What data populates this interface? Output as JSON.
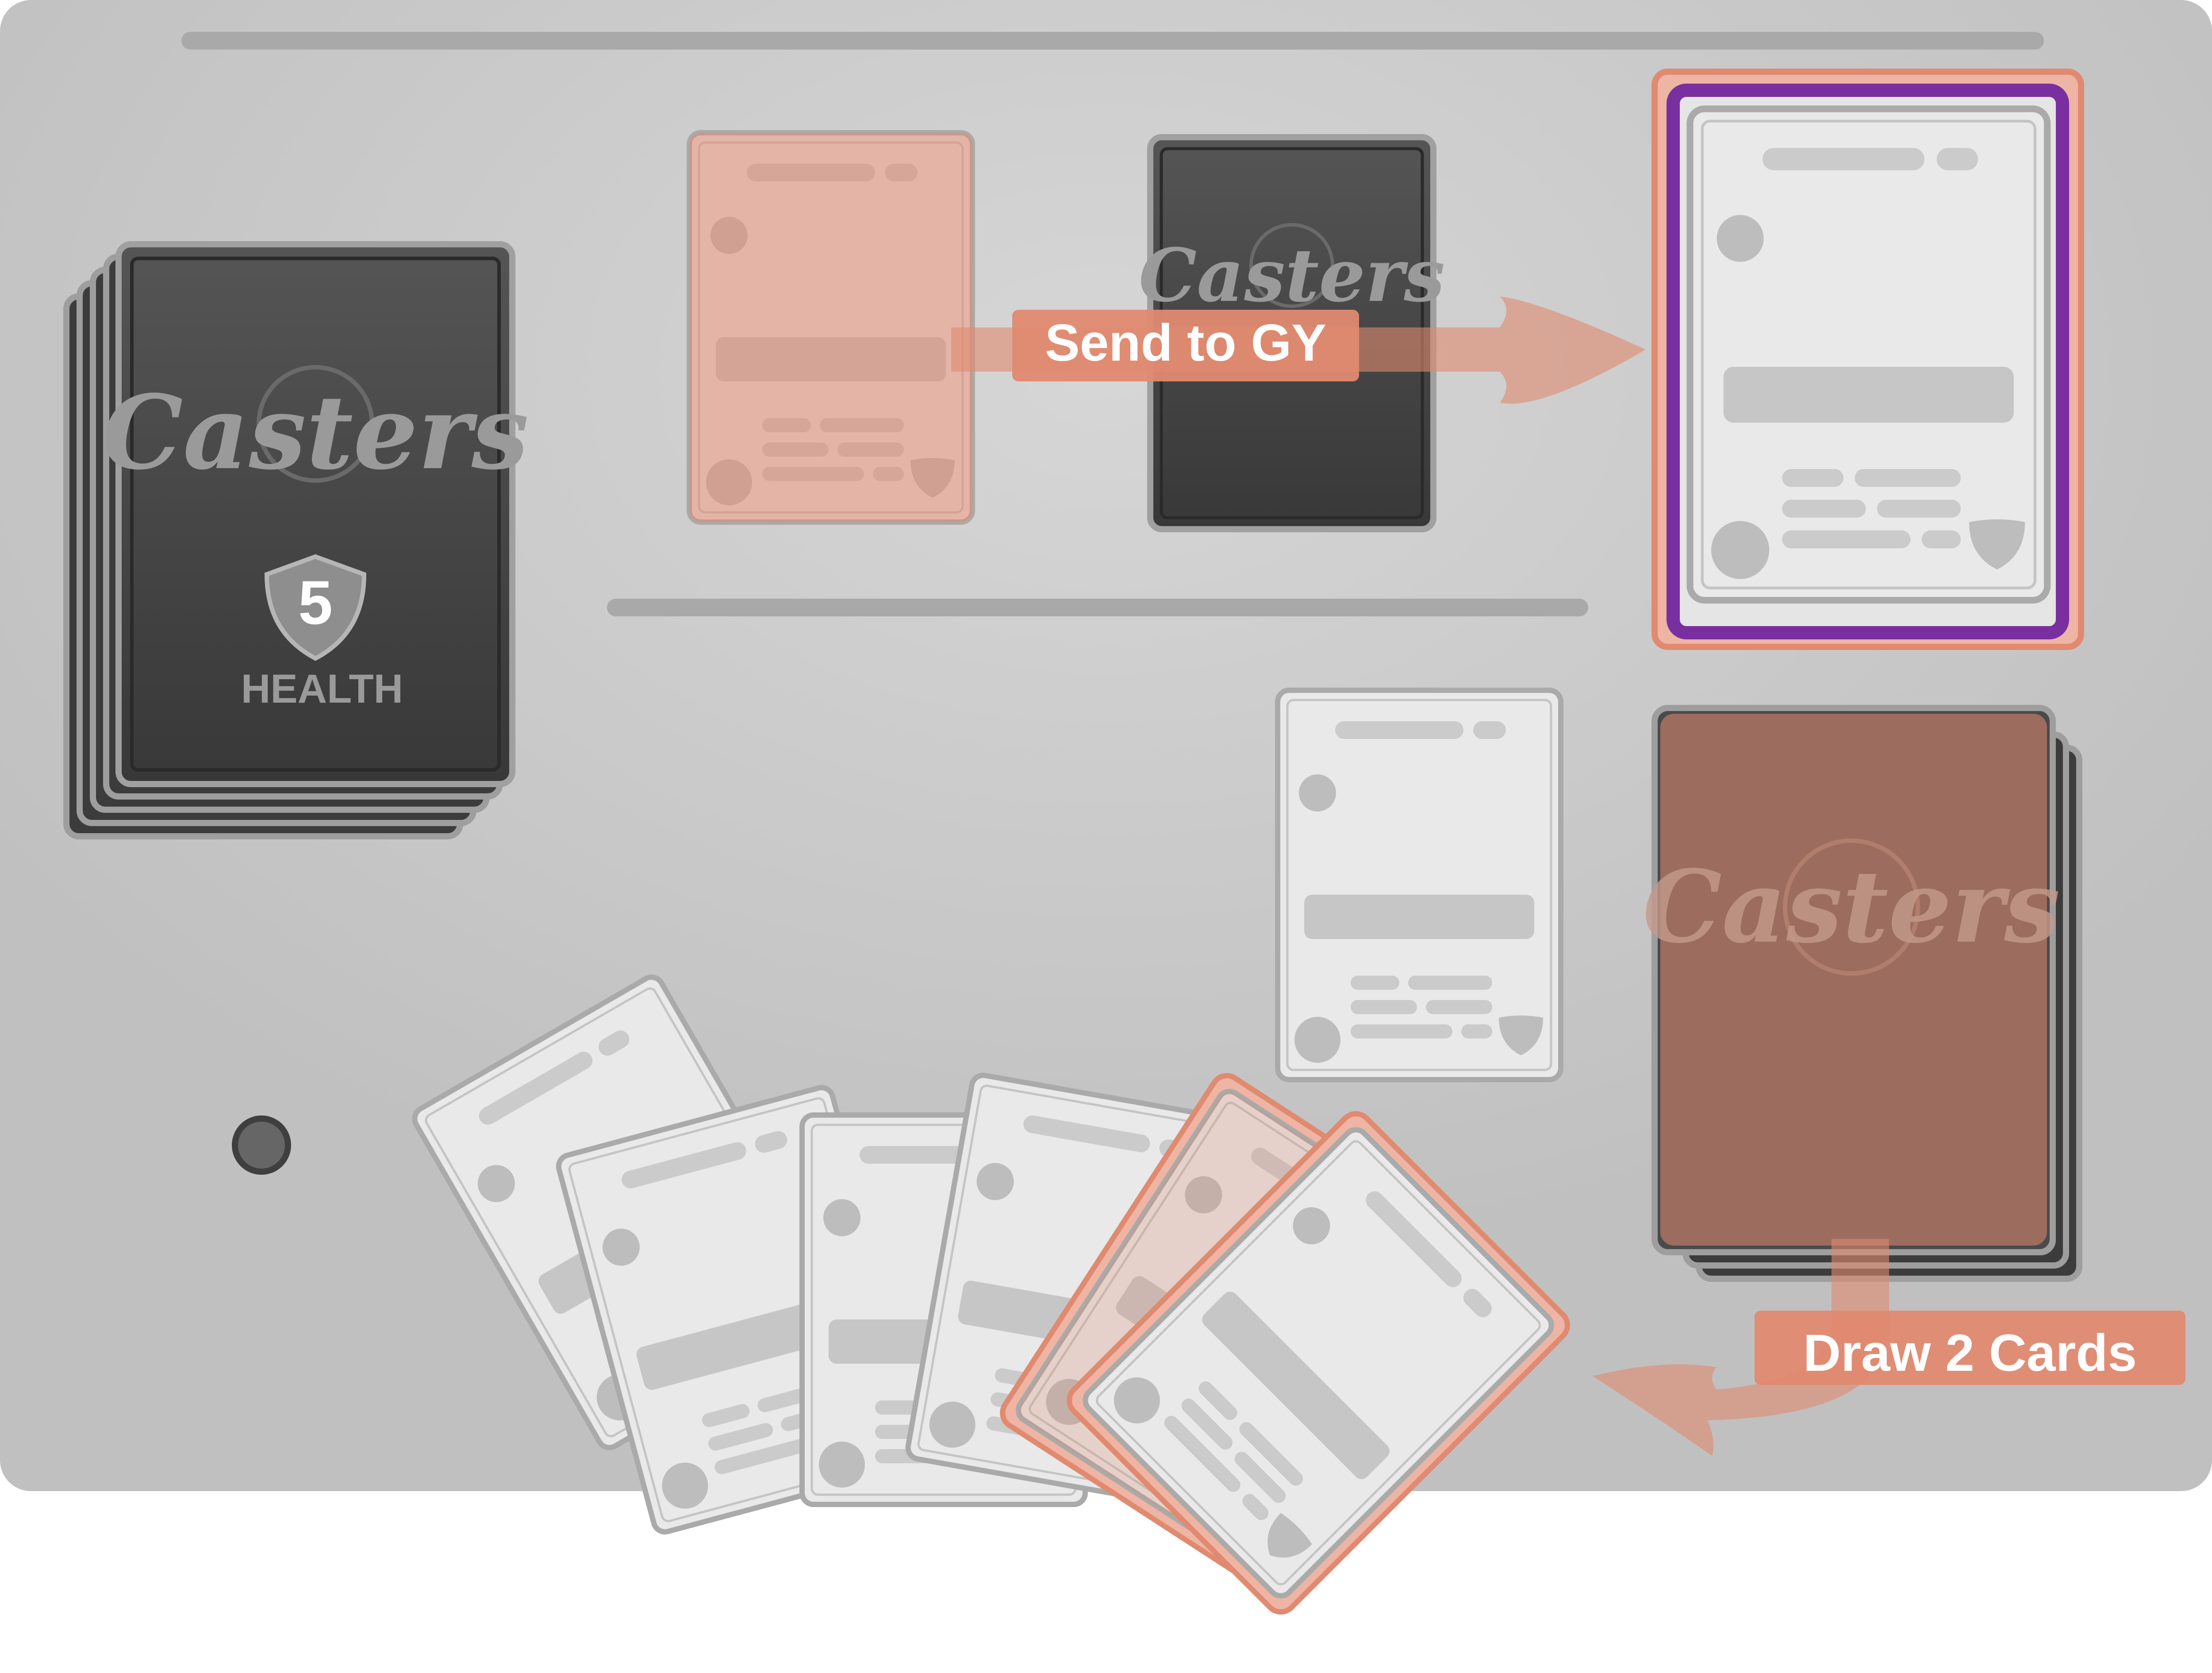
{
  "board": {
    "brand": "Casters",
    "health": {
      "value": "5",
      "label": "HEALTH"
    }
  },
  "callouts": {
    "send_to_graveyard": "Send to GY",
    "draw": "Draw 2 Cards"
  },
  "colors": {
    "board": "#c2c2c2",
    "card_face": "#e8e8e8",
    "card_back": "#4a4a4a",
    "highlight": "#e08a70",
    "selected": "#7a2fa0",
    "placeholder": "#c8c8c8"
  },
  "icons": [
    "shield-icon",
    "counter-token",
    "arrow-icon"
  ],
  "hand": {
    "card_count": 6,
    "highlighted_cards": 2
  }
}
